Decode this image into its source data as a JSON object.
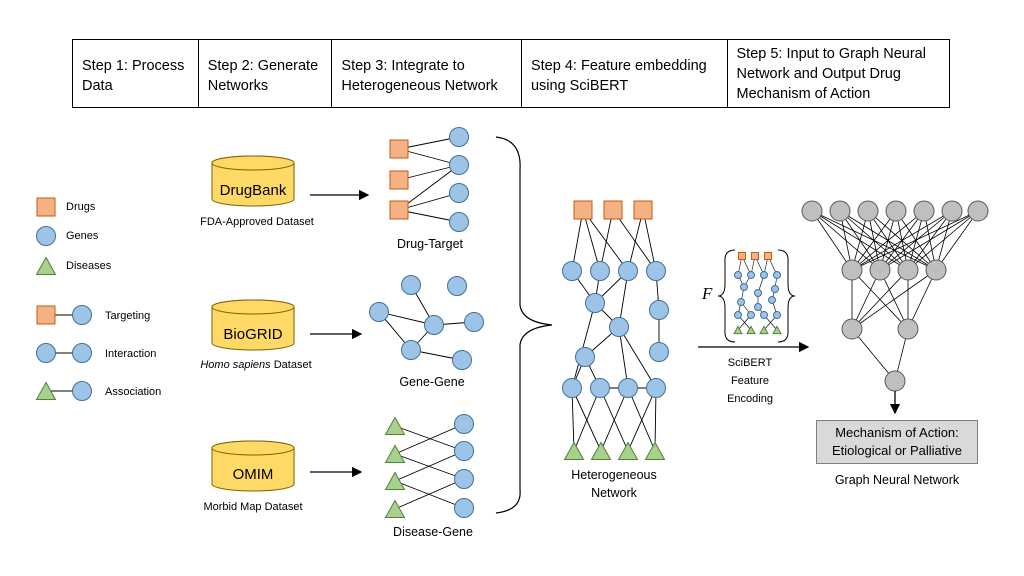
{
  "steps": [
    "Step 1: Process\nData",
    "Step 2: Generate\nNetworks",
    "Step 3: Integrate to\nHeterogeneous Network",
    "Step 4: Feature embedding\nusing SciBERT",
    "Step 5: Input to Graph Neural\nNetwork and Output Drug\nMechanism of Action"
  ],
  "legend": {
    "drugs": "Drugs",
    "genes": "Genes",
    "diseases": "Diseases",
    "targeting": "Targeting",
    "interaction": "Interaction",
    "association": "Association"
  },
  "datasets": [
    {
      "name": "DrugBank",
      "caption": "FDA-Approved Dataset"
    },
    {
      "name": "BioGRID",
      "caption_italic": "Homo sapiens",
      "caption": " Dataset"
    },
    {
      "name": "OMIM",
      "caption": "Morbid Map Dataset"
    }
  ],
  "networks": {
    "drug_target": "Drug-Target",
    "gene_gene": "Gene-Gene",
    "disease_gene": "Disease-Gene",
    "heterogeneous_line1": "Heterogeneous",
    "heterogeneous_line2": "Network"
  },
  "scibert": {
    "symbol": "F",
    "line1": "SciBERT",
    "line2": "Feature",
    "line3": "Encoding"
  },
  "output": {
    "line1": "Mechanism of Action:",
    "line2": "Etiological or Palliative",
    "gnn_label": "Graph Neural Network"
  },
  "colors": {
    "drug": "#f4b183",
    "gene": "#9dc3e6",
    "disease": "#a9d18e",
    "database": "#ffd966",
    "gnn_node": "#bfbfbf",
    "output_box": "#d9d9d9"
  }
}
